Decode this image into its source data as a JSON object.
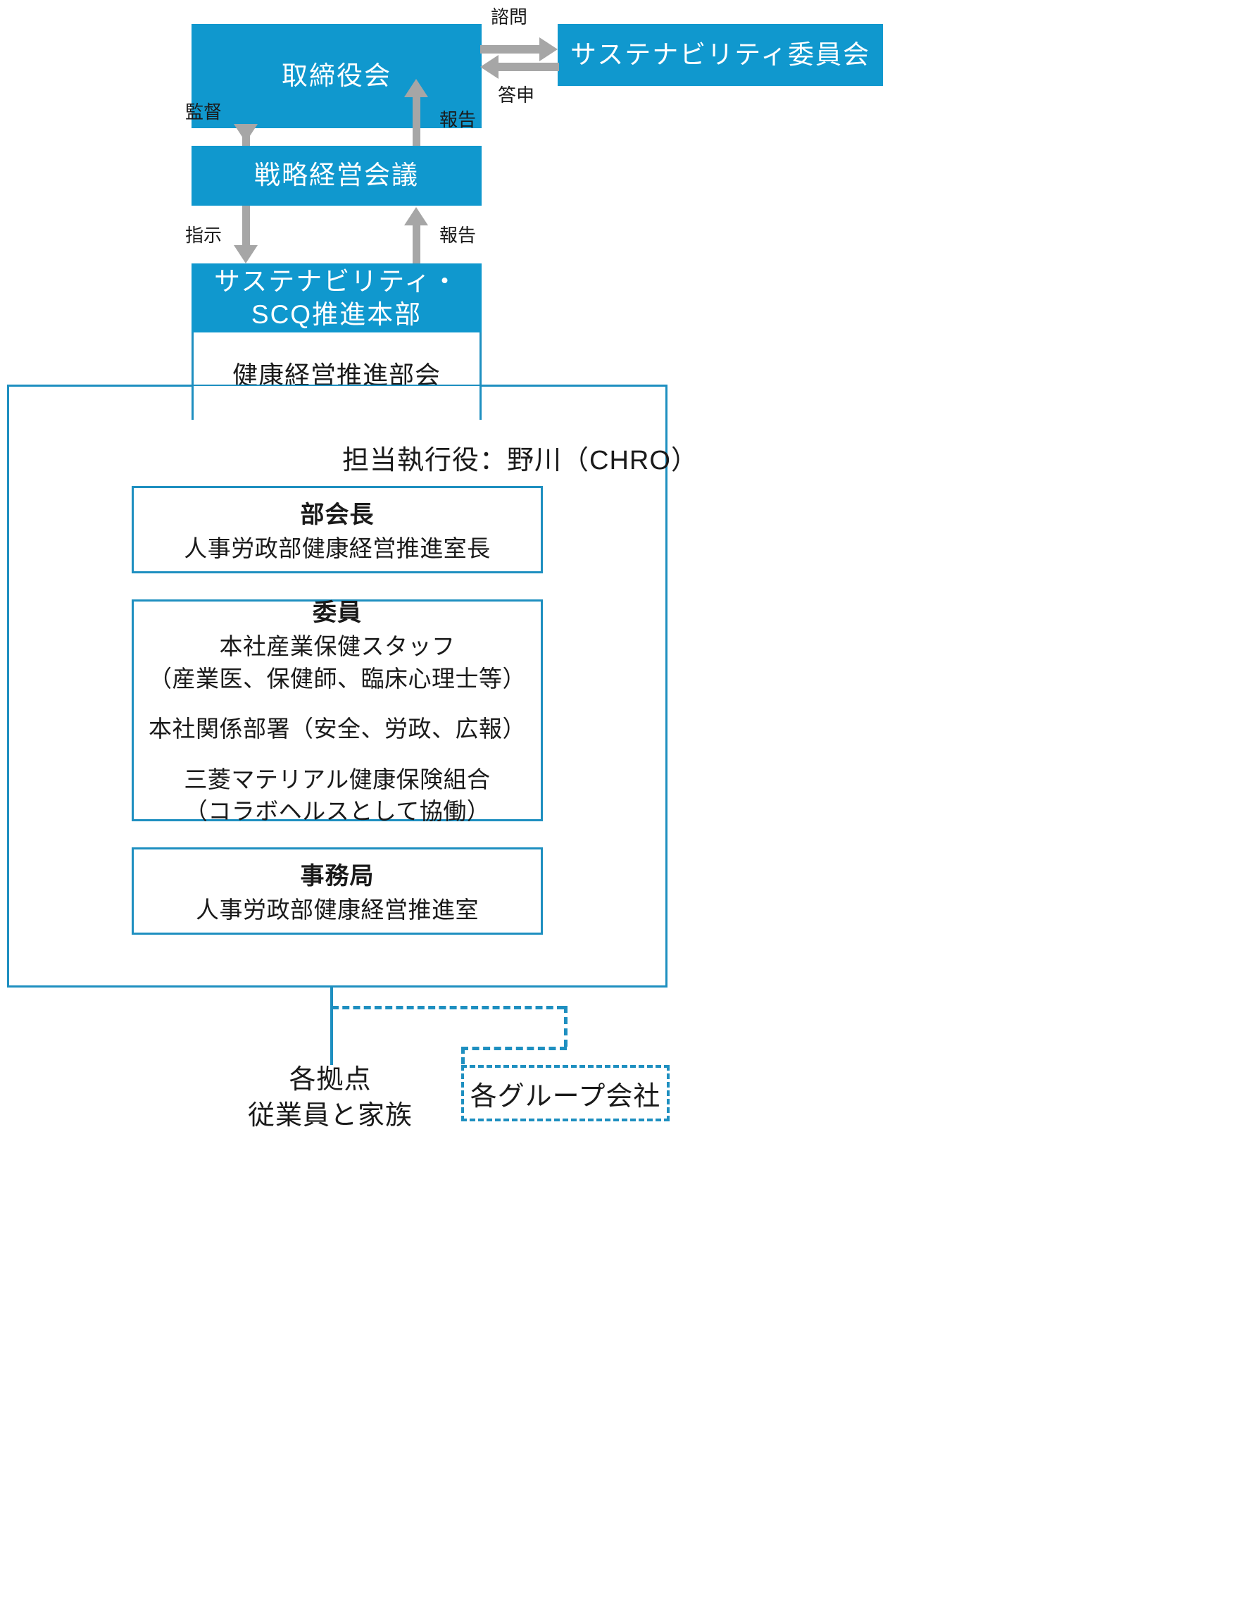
{
  "diagram": {
    "title": "健康経営推進体制図",
    "colors": {
      "accent_blue": "#1098ce",
      "outline_blue": "#1e8fc0",
      "arrow_gray": "#a6a6a6",
      "text_black": "#1a1a1a"
    }
  },
  "boxes": {
    "board": {
      "label": "取締役会"
    },
    "sustainability_committee": {
      "label": "サステナビリティ委員会"
    },
    "strategy_meeting": {
      "label": "戦略経営会議"
    },
    "scq_hq": {
      "line1": "サステナビリティ・",
      "line2": "SCQ推進本部"
    },
    "health_promotion_subcommittee": {
      "label": "健康経営推進部会"
    }
  },
  "arrow_labels": {
    "consult": "諮問",
    "report_back": "答申",
    "supervise": "監督",
    "report_to_board": "報告",
    "instruct": "指示",
    "report_to_strategy": "報告"
  },
  "executive": {
    "label": "担当執行役：野川（CHRO）"
  },
  "inner_boxes": [
    {
      "name": "chair",
      "title": "部会長",
      "lines": [
        {
          "text": "人事労政部健康経営推進室長",
          "gap": false
        }
      ]
    },
    {
      "name": "members",
      "title": "委員",
      "lines": [
        {
          "text": "本社産業保健スタッフ",
          "gap": false
        },
        {
          "text": "（産業医、保健師、臨床心理士等）",
          "gap": false
        },
        {
          "text": "本社関係部署（安全、労政、広報）",
          "gap": true
        },
        {
          "text": "三菱マテリアル健康保険組合",
          "gap": true
        },
        {
          "text": "（コラボヘルスとして協働）",
          "gap": false
        }
      ]
    },
    {
      "name": "secretariat",
      "title": "事務局",
      "lines": [
        {
          "text": "人事労政部健康経営推進室",
          "gap": false
        }
      ]
    }
  ],
  "bottom": {
    "sites": "各拠点\n従業員と家族",
    "group_companies": "各グループ会社"
  }
}
